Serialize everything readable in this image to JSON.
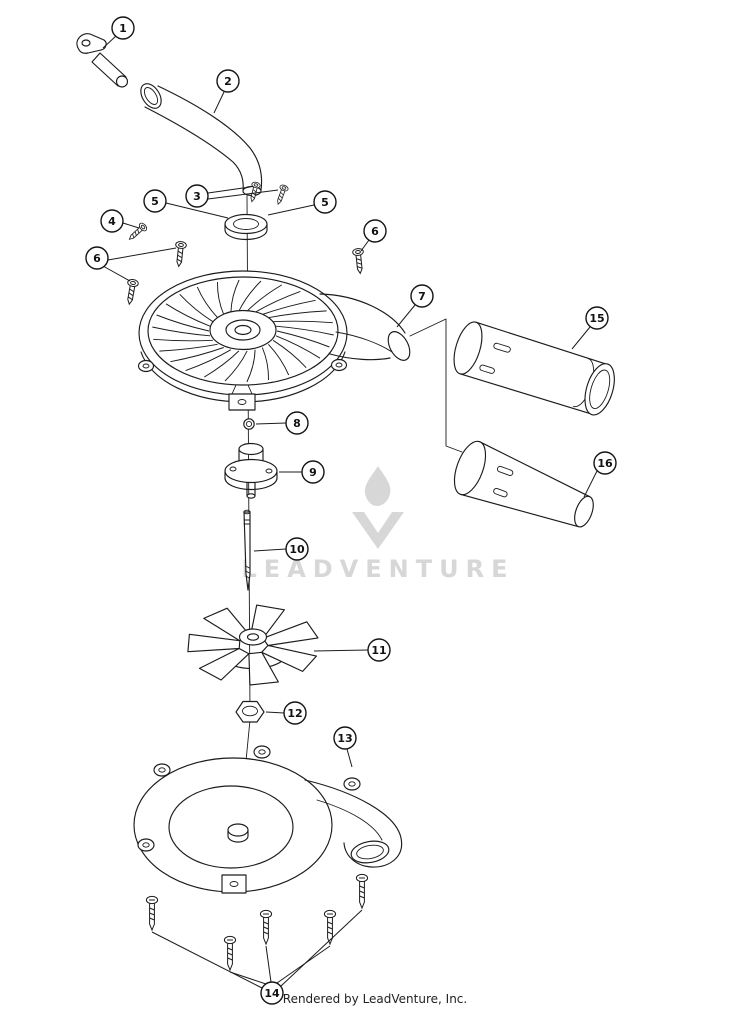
{
  "watermark": {
    "brand": "LEADVENTURE"
  },
  "footer": {
    "credit": "Rendered by LeadVenture, Inc."
  },
  "colors": {
    "line": "#1c1c1c",
    "watermark": "#d7d7d7",
    "background": "#ffffff"
  },
  "callouts": [
    {
      "label": "1"
    },
    {
      "label": "2"
    },
    {
      "label": "3"
    },
    {
      "label": "4"
    },
    {
      "label": "5"
    },
    {
      "label": "5"
    },
    {
      "label": "6"
    },
    {
      "label": "6"
    },
    {
      "label": "7"
    },
    {
      "label": "8"
    },
    {
      "label": "9"
    },
    {
      "label": "10"
    },
    {
      "label": "11"
    },
    {
      "label": "12"
    },
    {
      "label": "13"
    },
    {
      "label": "14"
    },
    {
      "label": "15"
    },
    {
      "label": "16"
    }
  ]
}
